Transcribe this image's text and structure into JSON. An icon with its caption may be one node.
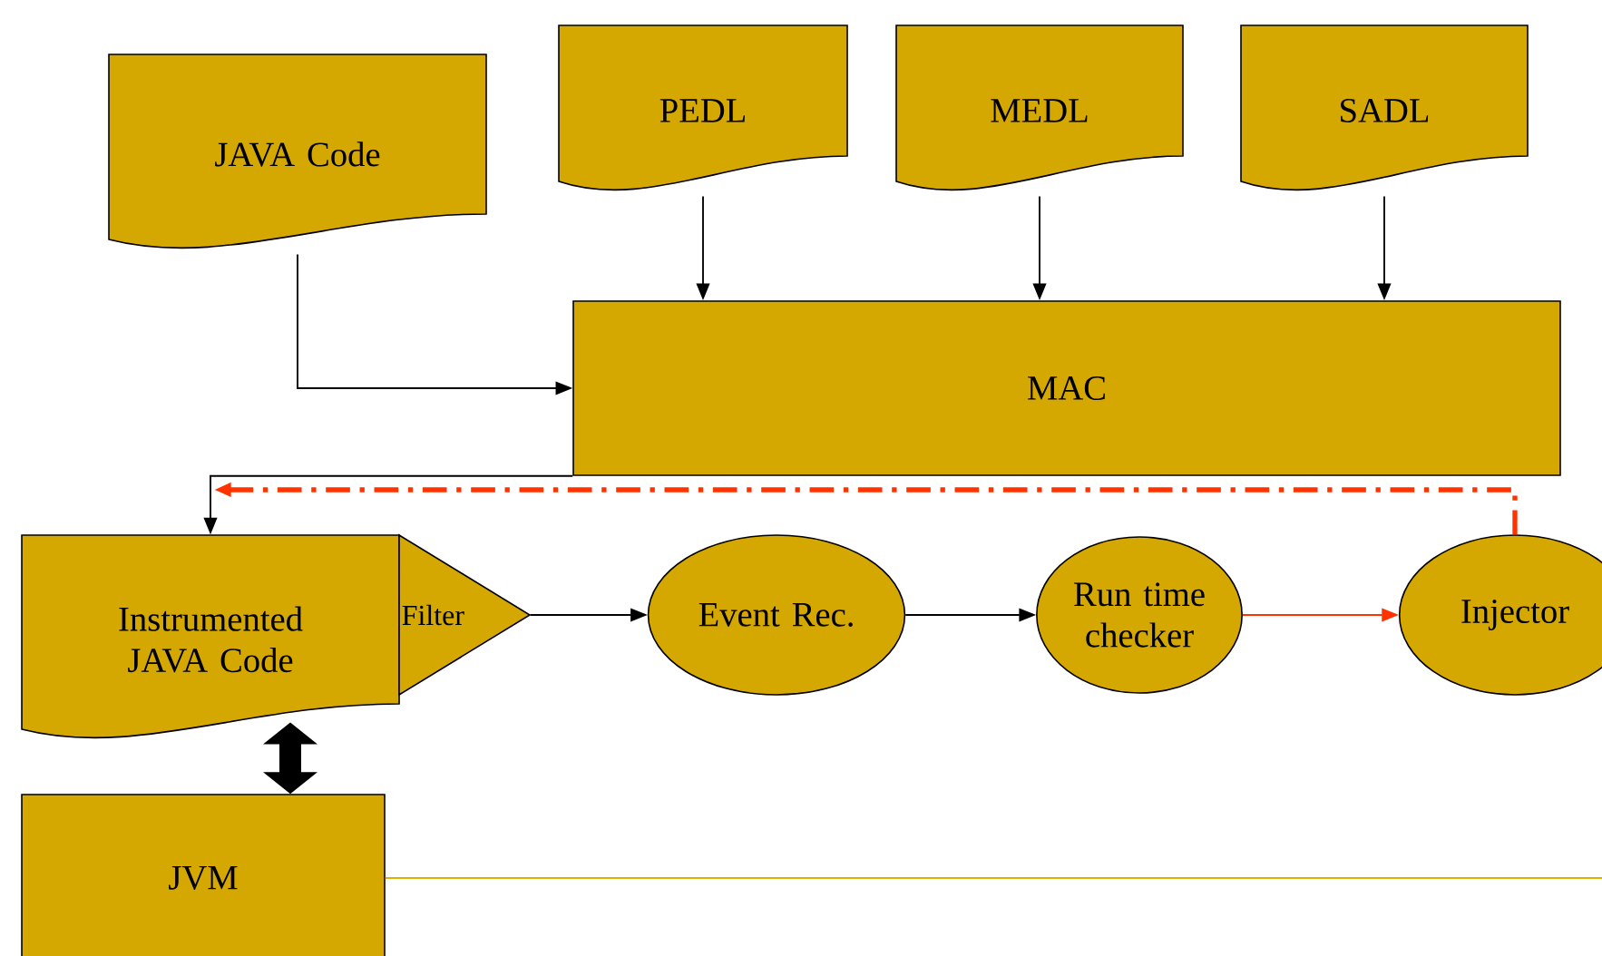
{
  "diagram": {
    "nodes": [
      {
        "text": [
          "JAVA Code"
        ]
      },
      {
        "text": [
          "PEDL"
        ]
      },
      {
        "text": [
          "MEDL"
        ]
      },
      {
        "text": [
          "SADL"
        ]
      },
      {
        "text": [
          "MAC"
        ]
      },
      {
        "text": [
          "Instrumented JAVA Code"
        ]
      },
      {
        "text": [
          "Filter"
        ]
      },
      {
        "text": [
          "Event Rec."
        ]
      },
      {
        "text": [
          "Run time checker"
        ]
      },
      {
        "text": [
          "Injector"
        ]
      },
      {
        "text": [
          "JVM"
        ]
      }
    ],
    "edges": [
      {
        "from": 0,
        "to": 4,
        "arrow": "to"
      },
      {
        "from": 1,
        "to": 4,
        "arrow": "to"
      },
      {
        "from": 2,
        "to": 4,
        "arrow": "to"
      },
      {
        "from": 3,
        "to": 4,
        "arrow": "to"
      },
      {
        "from": 4,
        "to": 5,
        "arrow": "to"
      },
      {
        "from": 6,
        "to": 7,
        "arrow": "to"
      },
      {
        "from": 7,
        "to": 8,
        "arrow": "to"
      },
      {
        "from": 8,
        "to": 9,
        "arrow": "to",
        "color": "#ff3300"
      },
      {
        "from": 9,
        "to": null,
        "arrow": "to",
        "style": "dashed",
        "color": "#ff3300"
      },
      {
        "from": 5,
        "to": 10,
        "arrow": "both",
        "style": "thick"
      },
      {
        "from": 10,
        "to": null,
        "arrow": "none",
        "color": "#e0b000"
      }
    ]
  }
}
